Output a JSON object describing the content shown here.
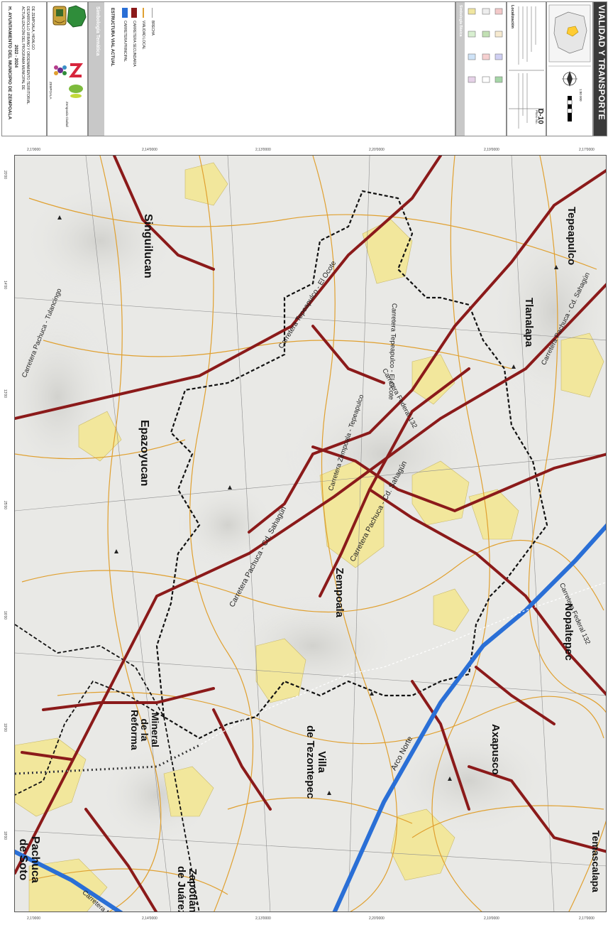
{
  "header": {
    "ayuntamiento_title": "H. AYUNTAMIENTO DEL MUNICIPIO DE ZEMPOALA",
    "period": "2022 - 2024",
    "program_lines": [
      "ACTUALIZACIÓN DEL PROGRAMA MUNICIPAL DE",
      "DESARROLLO URBANO Y ORDENAMIENTO TERRITORIAL",
      "DE ZEMPOALA, HIDALGO"
    ],
    "logo_captions": [
      "ZEMPOALA",
      "Zempoala Ciudad"
    ],
    "tematica_title": "Simbología Temática",
    "tematica_subtitle": "ESTRUCTURA VIAL ACTUAL",
    "tematica_items": [
      {
        "label": "CARRETERA PRINCIPAL",
        "color": "#2a6fd6"
      },
      {
        "label": "CARRETERA SECUNDARIA",
        "color": "#8b1a1a"
      },
      {
        "label": "VIALIDAD LOCAL",
        "color": "#e0a030"
      },
      {
        "label": "BRECHA",
        "color": "#999999"
      }
    ],
    "basica_title": "Simbología Básica",
    "localizacion_title": "Localización",
    "map_code_label": "Plano No.",
    "map_code": "D-10",
    "map_title": "VIALIDAD Y TRANSPORTE",
    "scale_label": "1:80 000"
  },
  "map": {
    "places": [
      {
        "id": "pachuca",
        "lines": [
          "Pachuca",
          "de Soto"
        ]
      },
      {
        "id": "zapotlan",
        "lines": [
          "Zapotlán",
          "de Juárez"
        ]
      },
      {
        "id": "mineral",
        "lines": [
          "Mineral",
          "de la",
          "Reforma"
        ]
      },
      {
        "id": "epazoyucan",
        "lines": [
          "Epazoyucan"
        ]
      },
      {
        "id": "singuilucan",
        "lines": [
          "Singuilucan"
        ]
      },
      {
        "id": "zempoala",
        "lines": [
          "Zempoala"
        ]
      },
      {
        "id": "villa",
        "lines": [
          "Villa",
          "de Tezontepec"
        ]
      },
      {
        "id": "axapusco",
        "lines": [
          "Axapusco"
        ]
      },
      {
        "id": "nopaltepec",
        "lines": [
          "Nopaltepec"
        ]
      },
      {
        "id": "tlanalapa",
        "lines": [
          "Tlanalapa"
        ]
      },
      {
        "id": "tepeapulco",
        "lines": [
          "Tepeapulco"
        ]
      },
      {
        "id": "temascalapa",
        "lines": [
          "Temascalapa"
        ]
      }
    ],
    "road_labels": [
      {
        "id": "pachuca-sahagun-1",
        "text": "Carretera Pachuca - Cd. Sahagún"
      },
      {
        "id": "pachuca-sahagun-2",
        "text": "Carretera Pachuca - Cd. Sahagún"
      },
      {
        "id": "pachuca-tulancingo",
        "text": "Carretera Pachuca - Tulancingo"
      },
      {
        "id": "tepeapulco-ocote",
        "text": "Carretera Tepeapulco - El Ocote"
      },
      {
        "id": "tepeapulco-ocote-2",
        "text": "Carretera Tepeapulco - El Ocote"
      },
      {
        "id": "zempoala-tepeapulco",
        "text": "Carretera Zempoala - Tepeapulco"
      },
      {
        "id": "federal-132",
        "text": "Carretera Federal 132"
      },
      {
        "id": "federal-132-2",
        "text": "Carretera Federal 132"
      },
      {
        "id": "pachuca-sahagun-3",
        "text": "Carretera Pachuca - Cd. Sahagún"
      },
      {
        "id": "arco-norte",
        "text": "Arco Norte"
      },
      {
        "id": "mexico-pachuca",
        "text": "Carretera México - Pachuca"
      }
    ],
    "ticks_top": [
      "2,1'0000",
      "2,14'0000",
      "2,13'0000",
      "2,20'0000",
      "2,19'0000",
      "2,17'0000"
    ],
    "ticks_bottom": [
      "2,1'0000",
      "2,14'0000",
      "2,13'0000",
      "2,20'0000",
      "2,19'0000",
      "2,17'0000"
    ],
    "ticks_side": [
      "20'00",
      "14'00",
      "13'00",
      "25'00",
      "16'00",
      "19'00",
      "18'00"
    ]
  }
}
